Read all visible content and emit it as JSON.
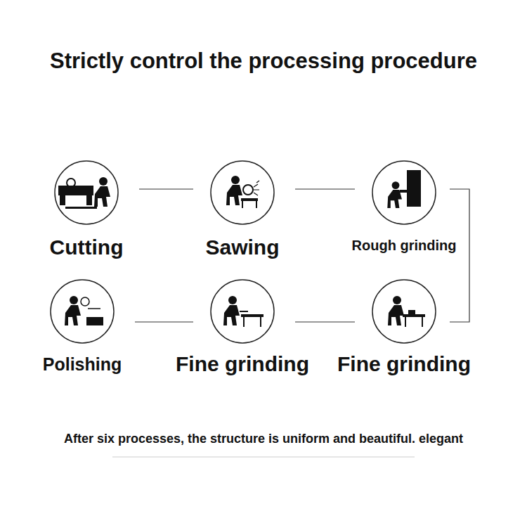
{
  "diagram": {
    "title": "Strictly control the processing procedure",
    "caption": "After six processes, the structure is uniform and beautiful. elegant",
    "nodes": [
      {
        "text": [
          "Cutting"
        ]
      },
      {
        "text": [
          "Sawing"
        ]
      },
      {
        "text": [
          "Rough grinding"
        ]
      },
      {
        "text": [
          "Polishing"
        ]
      },
      {
        "text": [
          "Fine grinding"
        ]
      },
      {
        "text": [
          "Fine grinding"
        ]
      }
    ],
    "edges": [
      {
        "from": 0,
        "to": 1,
        "arrow": "none"
      },
      {
        "from": 1,
        "to": 2,
        "arrow": "none"
      },
      {
        "from": 2,
        "to": 5,
        "arrow": "none"
      },
      {
        "from": 5,
        "to": 4,
        "arrow": "none"
      },
      {
        "from": 4,
        "to": 3,
        "arrow": "none"
      }
    ]
  }
}
